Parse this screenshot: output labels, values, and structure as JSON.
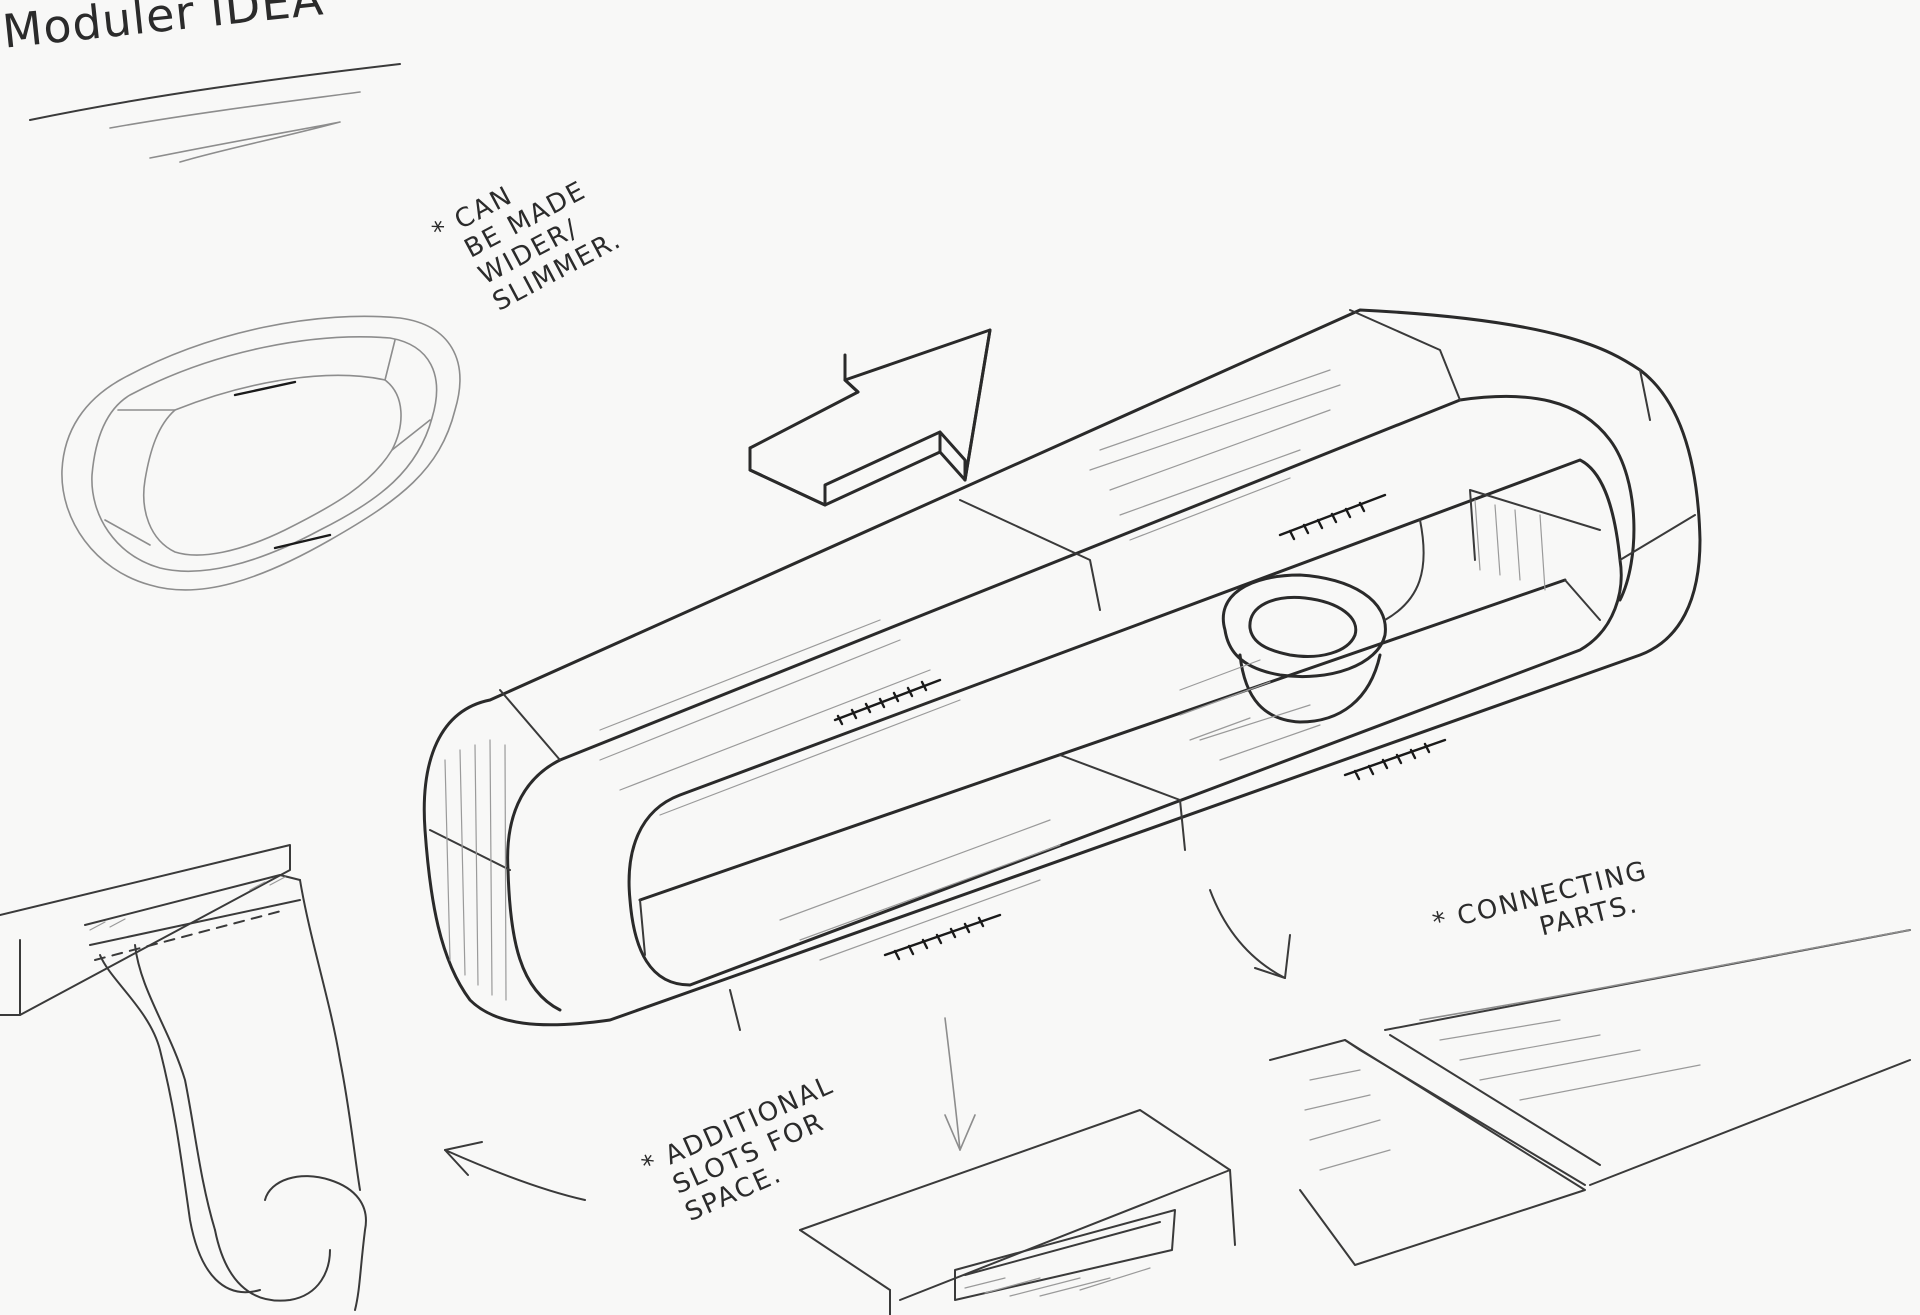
{
  "title": "Moduler IDEA",
  "notes": {
    "width_note": "* CAN\n  BE MADE\n  WIDER/\n  SLIMMER.",
    "connect_note": "* CONNECTING\n          PARTS.",
    "slots_note": "* ADDITIONAL\n  SLOTS FOR\n  SPACE."
  },
  "colors": {
    "ink": "#2a2a2a",
    "pencil": "#8d8d8d",
    "paper": "#f8f8f7"
  }
}
